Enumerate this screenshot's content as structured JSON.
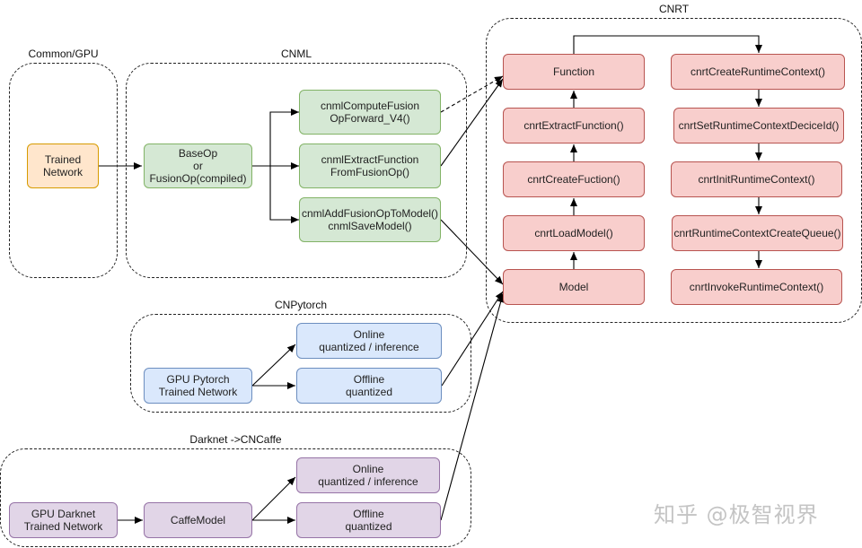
{
  "groups": {
    "common_gpu": "Common/GPU",
    "cnml": "CNML",
    "cnrt": "CNRT",
    "cnpytorch": "CNPytorch",
    "darknet": "Darknet ->CNCaffe"
  },
  "nodes": {
    "trained_network": [
      "Trained",
      "Network"
    ],
    "baseop": [
      "BaseOp",
      "or",
      "FusionOp(compiled)"
    ],
    "cnml_compute": [
      "cnmlComputeFusion",
      "OpForward_V4()"
    ],
    "cnml_extract": [
      "cnmlExtractFunction",
      "FromFusionOp()"
    ],
    "cnml_add": [
      "cnmlAddFusionOpToModel()",
      "cnmlSaveModel()"
    ],
    "function": [
      "Function"
    ],
    "extract_function": [
      "cnrtExtractFunction()"
    ],
    "create_function": [
      "cnrtCreateFuction()"
    ],
    "load_model": [
      "cnrtLoadModel()"
    ],
    "model": [
      "Model"
    ],
    "create_ctx": [
      "cnrtCreateRuntimeContext()"
    ],
    "set_ctx_device": [
      "cnrtSetRuntimeContextDeciceId()"
    ],
    "init_ctx": [
      "cnrtInitRuntimeContext()"
    ],
    "ctx_queue": [
      "cnrtRuntimeContextCreateQueue()"
    ],
    "invoke_ctx": [
      "cnrtInvokeRuntimeContext()"
    ],
    "gpu_pytorch": [
      "GPU Pytorch",
      "Trained Network"
    ],
    "pt_online": [
      "Online",
      "quantized / inference"
    ],
    "pt_offline": [
      "Offline",
      "quantized"
    ],
    "gpu_darknet": [
      "GPU Darknet",
      "Trained Network"
    ],
    "caffemodel": [
      "CaffeModel"
    ],
    "dk_online": [
      "Online",
      "quantized / inference"
    ],
    "dk_offline": [
      "Offline",
      "quantized"
    ]
  },
  "colors": {
    "orange_fill": "#ffe6cc",
    "green_fill": "#d5e8d4",
    "red_fill": "#f8cecc",
    "blue_fill": "#dae8fc",
    "purple_fill": "#e1d5e7"
  },
  "watermark": "知乎 @极智视界"
}
